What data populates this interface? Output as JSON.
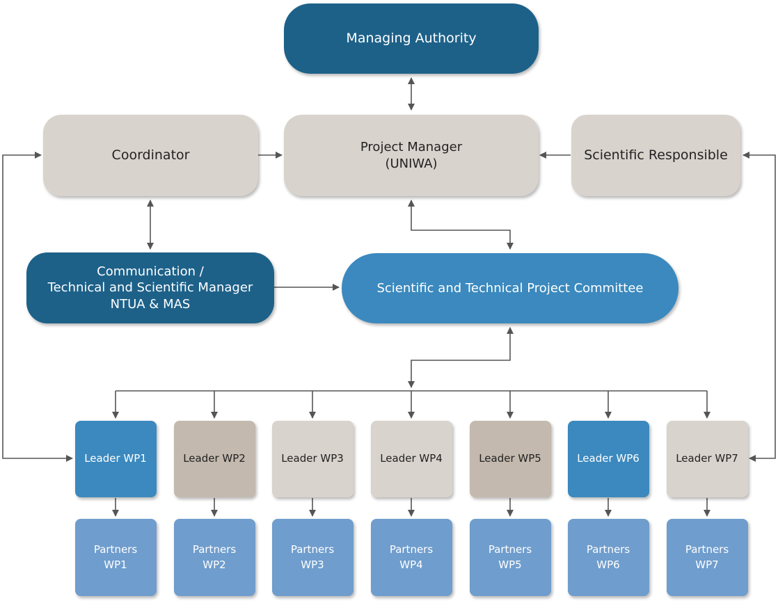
{
  "nodes": {
    "managing_authority": "Managing Authority",
    "coordinator": "Coordinator",
    "project_manager": {
      "line1": "Project Manager",
      "line2": "(UNIWA)"
    },
    "scientific_responsible": "Scientific Responsible",
    "communication_manager": {
      "line1": "Communication /",
      "line2": "Technical and Scientific Manager",
      "line3": "NTUA & MAS"
    },
    "committee": "Scientific and Technical Project Committee"
  },
  "leaders": [
    {
      "label": "Leader WP1",
      "style": "mid"
    },
    {
      "label": "Leader WP2",
      "style": "taupe"
    },
    {
      "label": "Leader WP3",
      "style": "beige"
    },
    {
      "label": "Leader WP4",
      "style": "beige"
    },
    {
      "label": "Leader WP5",
      "style": "taupe"
    },
    {
      "label": "Leader WP6",
      "style": "mid"
    },
    {
      "label": "Leader WP7",
      "style": "beige"
    }
  ],
  "partners": [
    {
      "line1": "Partners",
      "line2": "WP1"
    },
    {
      "line1": "Partners",
      "line2": "WP2"
    },
    {
      "line1": "Partners",
      "line2": "WP3"
    },
    {
      "line1": "Partners",
      "line2": "WP4"
    },
    {
      "line1": "Partners",
      "line2": "WP5"
    },
    {
      "line1": "Partners",
      "line2": "WP6"
    },
    {
      "line1": "Partners",
      "line2": "WP7"
    }
  ],
  "colors": {
    "dark_blue": "#1d6189",
    "mid_blue": "#3b89be",
    "light_blue": "#6f9dcd",
    "beige": "#d9d3cd",
    "taupe": "#c3b9ae",
    "connector": "#555555"
  }
}
